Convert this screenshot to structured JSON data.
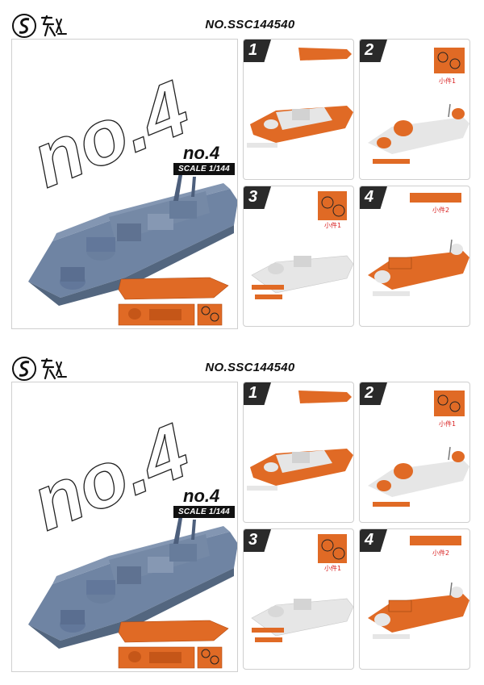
{
  "sheets": [
    {
      "code": "NO.SSC144540",
      "model": {
        "title": "no.4",
        "scale": "SCALE 1/144",
        "big_text": "no.4"
      },
      "steps": [
        {
          "number": "1",
          "label": ""
        },
        {
          "number": "2",
          "label": "小件1"
        },
        {
          "number": "3",
          "label": "小件1"
        },
        {
          "number": "4",
          "label": "小件2"
        }
      ]
    },
    {
      "code": "NO.SSC144540",
      "model": {
        "title": "no.4",
        "scale": "SCALE 1/144",
        "big_text": "no.4"
      },
      "steps": [
        {
          "number": "1",
          "label": ""
        },
        {
          "number": "2",
          "label": "小件1"
        },
        {
          "number": "3",
          "label": "小件1"
        },
        {
          "number": "4",
          "label": "小件2"
        }
      ]
    }
  ],
  "colors": {
    "part_orange": "#e06a25",
    "hull_gray": "#6f84a3",
    "render_light": "#e6e6e6",
    "label_red": "#d81e1e",
    "frame": "#cfcfcf"
  }
}
